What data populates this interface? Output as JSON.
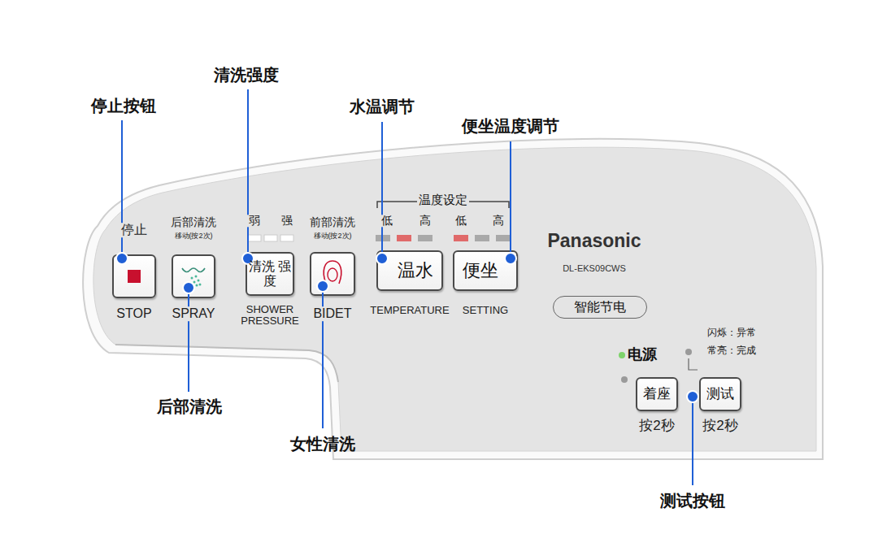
{
  "diagram": {
    "nodes": [
      {
        "text": [
          "停止",
          "STOP"
        ]
      },
      {
        "text": [
          "后部清洗",
          "移动(按2次)",
          "SPRAY"
        ]
      },
      {
        "text": [
          "清洗 强度",
          "SHOWER PRESSURE"
        ]
      },
      {
        "text": [
          "前部清洗",
          "移动(按2次)",
          "BIDET"
        ]
      },
      {
        "text": [
          "温水",
          "TEMPERATURE"
        ]
      },
      {
        "text": [
          "便坐",
          "SETTING"
        ]
      },
      {
        "text": [
          "智能节电"
        ]
      },
      {
        "text": [
          "着座",
          "按2秒"
        ]
      },
      {
        "text": [
          "测试",
          "按2秒"
        ]
      }
    ],
    "labels": [
      "停止按钮",
      "清洗强度",
      "水温调节",
      "便坐温度调节",
      "温度设定",
      "弱",
      "强",
      "低",
      "高",
      "低",
      "高",
      "Panasonic",
      "DL-EKS09CWS",
      "电源",
      "闪烁：异常",
      "常亮：完成",
      "后部清洗",
      "女性清洗",
      "测试按钮"
    ]
  }
}
